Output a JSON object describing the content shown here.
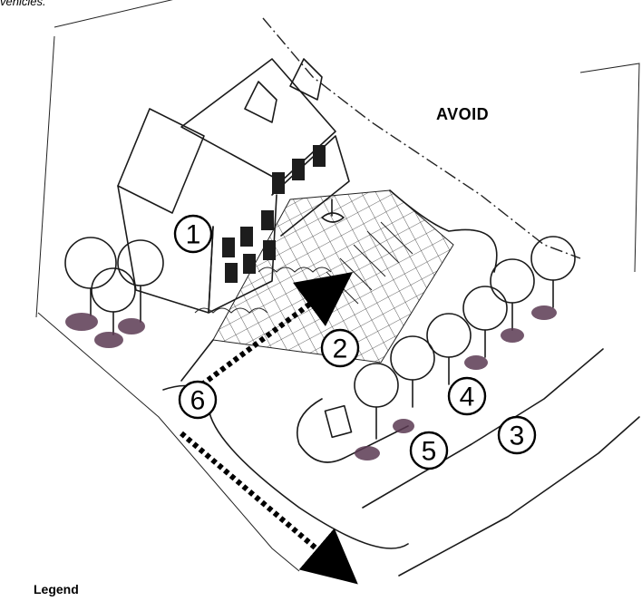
{
  "caption": "vehicles.",
  "avoid_label": "AVOID",
  "legend_label": "Legend",
  "callouts": [
    {
      "id": "1",
      "label": "1"
    },
    {
      "id": "2",
      "label": "2"
    },
    {
      "id": "3",
      "label": "3"
    },
    {
      "id": "4",
      "label": "4"
    },
    {
      "id": "5",
      "label": "5"
    },
    {
      "id": "6",
      "label": "6"
    }
  ],
  "colors": {
    "ink": "#1a1a1a",
    "shadow": "#5a3a52",
    "background": "#ffffff"
  }
}
